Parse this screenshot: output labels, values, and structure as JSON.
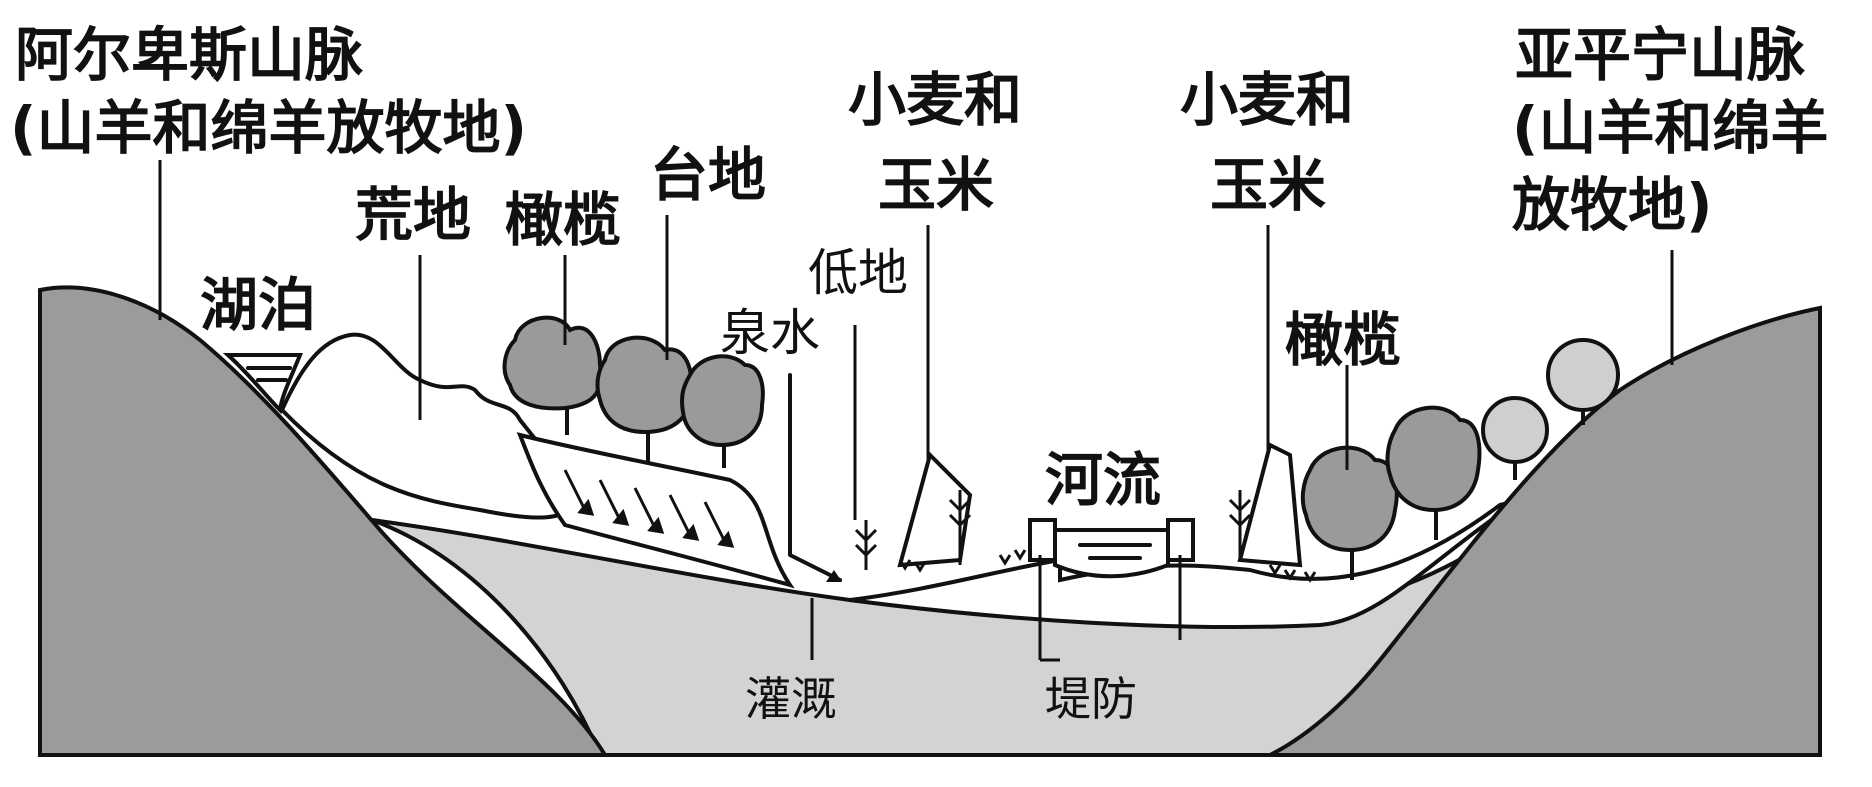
{
  "labels": {
    "alps_line1": "阿尔卑斯山脉",
    "alps_line2": "(山羊和绵羊放牧地)",
    "wasteland": "荒地",
    "olive_left": "橄榄",
    "terrace": "台地",
    "wheat_left_line1": "小麦和",
    "wheat_left_line2": "玉米",
    "wheat_right_line1": "小麦和",
    "wheat_right_line2": "玉米",
    "apennine_line1": "亚平宁山脉",
    "apennine_line2": "(山羊和绵羊",
    "apennine_line3": "放牧地)",
    "lake": "湖泊",
    "lowland": "低地",
    "spring": "泉水",
    "olive_right": "橄榄",
    "river": "河流",
    "irrigation": "灌溉",
    "levee": "堤防"
  },
  "colors": {
    "mountain": "#9b9b9b",
    "ground": "#d3d3d3",
    "tree_dark": "#9a9a9a",
    "tree_light": "#cfcfcf",
    "line": "#111111",
    "background": "#ffffff"
  }
}
